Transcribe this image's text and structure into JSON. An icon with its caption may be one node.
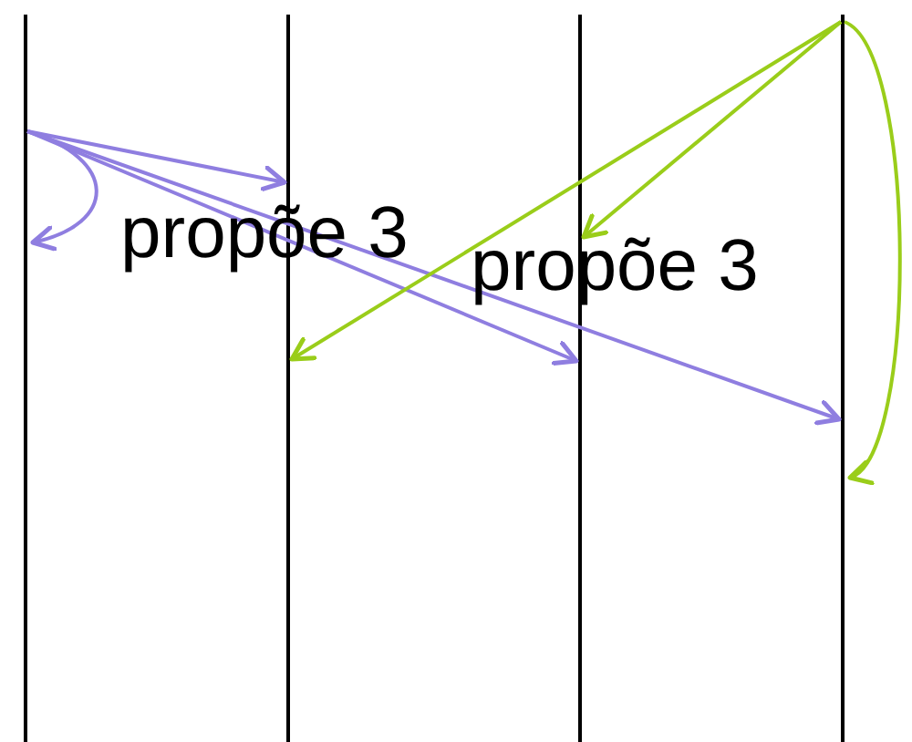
{
  "diagram": {
    "nodes": [
      {
        "text": [],
        "shape": "bar"
      },
      {
        "text": [],
        "shape": "bar"
      },
      {
        "text": [],
        "shape": "bar"
      },
      {
        "text": [],
        "shape": "bar"
      }
    ],
    "edges": [
      {
        "from": 0,
        "to": 1,
        "arrow": "to",
        "color": "#8f7ee0"
      },
      {
        "from": 0,
        "to": 0,
        "arrow": "to",
        "color": "#8f7ee0"
      },
      {
        "from": 0,
        "to": 2,
        "arrow": "to",
        "color": "#8f7ee0"
      },
      {
        "from": 0,
        "to": 3,
        "arrow": "to",
        "color": "#8f7ee0"
      },
      {
        "from": 3,
        "to": 2,
        "arrow": "to",
        "color": "#9acd1a"
      },
      {
        "from": 3,
        "to": 1,
        "arrow": "to",
        "color": "#9acd1a"
      },
      {
        "from": 3,
        "to": 3,
        "arrow": "to",
        "color": "#9acd1a"
      }
    ],
    "labels": [
      "propõe 3",
      "propõe 3"
    ]
  }
}
